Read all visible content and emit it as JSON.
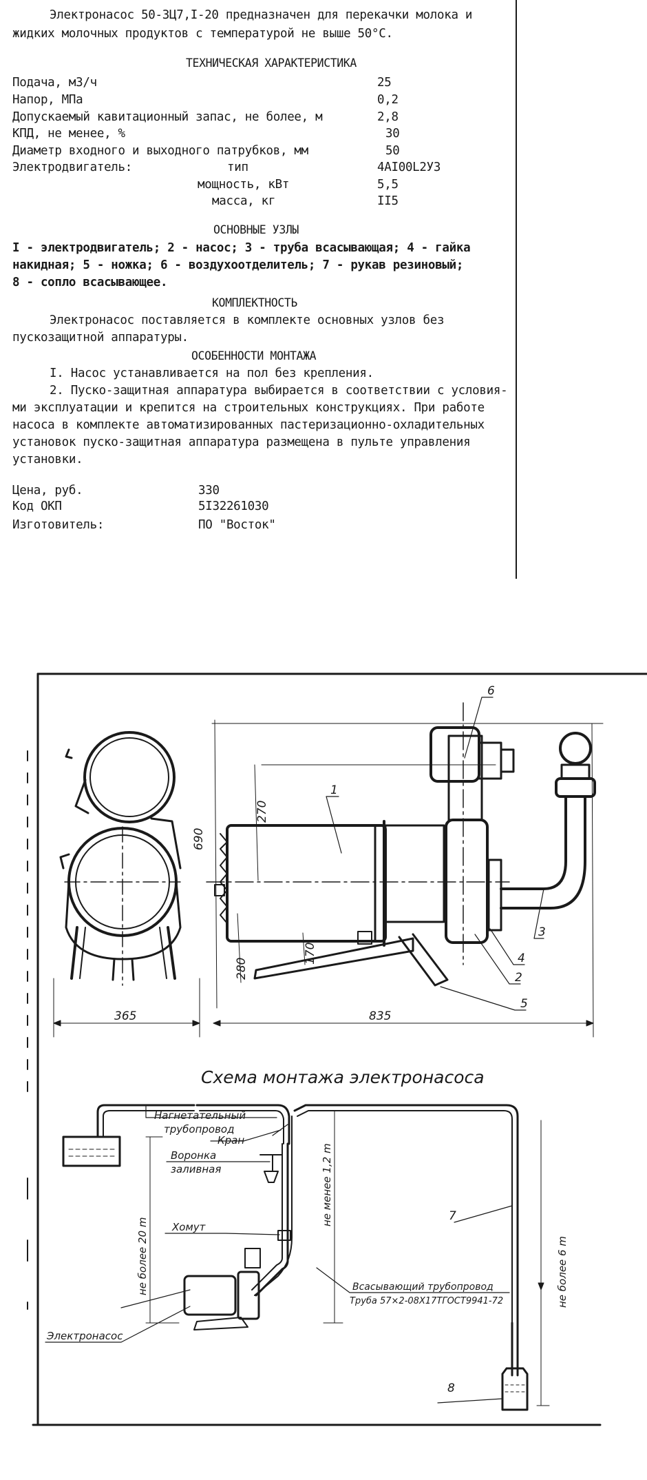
{
  "intro": {
    "line1": "Электронасос 50-ЗЦ7,I-20 предназначен для перекачки молока и",
    "line2": "жидких молочных продуктов с температурой не выше 50°С."
  },
  "tech": {
    "heading": "ТЕХНИЧЕСКАЯ ХАРАКТЕРИСТИКА",
    "rows": [
      {
        "label": "Подача, м3/ч",
        "value": "25"
      },
      {
        "label": "Напор, МПа",
        "value": "0,2"
      },
      {
        "label": "Допускаемый кавитационный запас, не более, м",
        "value": "2,8"
      },
      {
        "label": "КПД, не менее, %",
        "value": "30"
      },
      {
        "label": "Диаметр входного и выходного патрубков, мм",
        "value": "50"
      },
      {
        "label": "Электродвигатель:",
        "sublabel": "тип",
        "value": "4АI00L2У3"
      },
      {
        "label": "мощность, кВт",
        "value": "5,5"
      },
      {
        "label": "масса, кг",
        "value": "II5"
      }
    ]
  },
  "units": {
    "heading": "ОСНОВНЫЕ УЗЛЫ",
    "line1": "I - электродвигатель; 2 - насос; 3 - труба всасывающая; 4 - гайка",
    "line2": "накидная; 5 - ножка; 6 - воздухоотделитель; 7 - рукав резиновый;",
    "line3": "8 - сопло всасывающее."
  },
  "kit": {
    "heading": "КОМПЛЕКТНОСТЬ",
    "line1": "Электронасос поставляется в комплекте основных узлов без",
    "line2": "пускозащитной аппаратуры."
  },
  "mount": {
    "heading": "ОСОБЕННОСТИ МОНТАЖА",
    "line1": "I. Насос устанавливается на пол без крепления.",
    "line2": "2. Пуско-защитная аппаратура выбирается в соответствии с условия-",
    "line3": "ми эксплуатации и крепится на строительных конструкциях. При работе",
    "line4": "насоса в комплекте автоматизированных пастеризационно-охладительных",
    "line5": "установок пуско-защитная аппаратура размещена в пульте управления",
    "line6": "установки."
  },
  "footer": {
    "price_label": "Цена, руб.",
    "price_value": "330",
    "okp_label": "Код ОКП",
    "okp_value": "5I32261030",
    "maker_label": "Изготовитель:",
    "maker_value": "ПО \"Восток\""
  },
  "drawing": {
    "dims": {
      "d270": "270",
      "d690": "690",
      "d280": "280",
      "d170": "170",
      "d365": "365",
      "d835": "835"
    },
    "callouts": {
      "c1": "1",
      "c2": "2",
      "c3": "3",
      "c4": "4",
      "c5": "5",
      "c6": "6"
    },
    "scheme": {
      "title": "Схема монтажа электронасоса",
      "discharge1": "Нагнетательный",
      "discharge2": "трубопровод",
      "valve": "Кран",
      "funnel1": "Воронка",
      "funnel2": "заливная",
      "clamp": "Хомут",
      "pump": "Электронасос",
      "suction1": "Всасывающий трубопровод",
      "suction2": "Труба 57×2-08Х17ТГОСТ9941-72",
      "h20": "не более 20 m",
      "h12": "не менее 1,2 m",
      "h6": "не более 6 m",
      "c7": "7",
      "c8": "8"
    }
  }
}
